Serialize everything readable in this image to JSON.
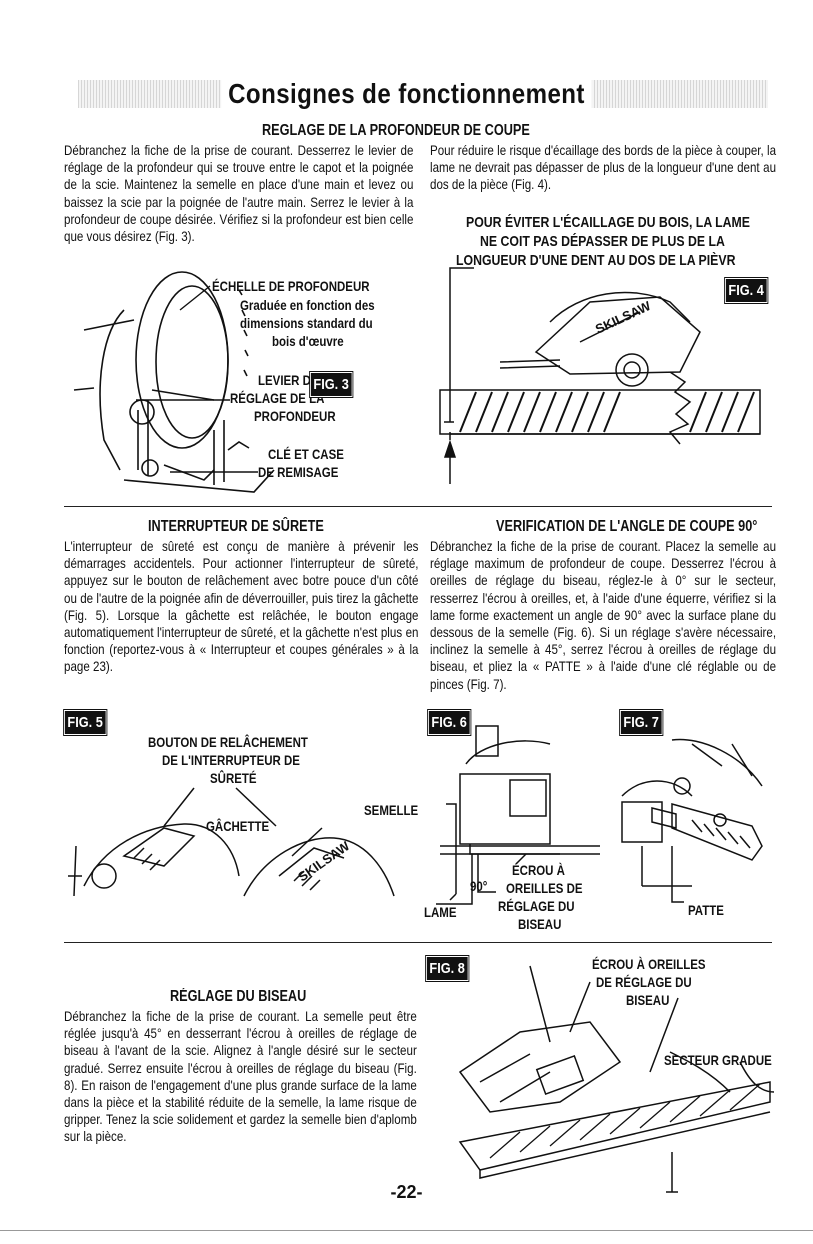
{
  "header": {
    "title": "Consignes de fonctionnement"
  },
  "depth": {
    "title": "REGLAGE DE LA PROFONDEUR DE COUPE",
    "left_text": "Débranchez la fiche de la prise de courant. Desserrez le levier de réglage de la profondeur qui se trouve entre le capot et la poignée de la scie. Maintenez la semelle en place d'une main et levez ou baissez la scie par la poignée de l'autre main. Serrez le levier à la profondeur de coupe désirée. Vérifiez si la profondeur est bien celle que vous désirez (Fig. 3).",
    "right_text": "Pour réduire le risque d'écaillage des bords de la pièce à couper, la lame ne devrait pas dépasser de plus de la longueur d'une dent au dos de la pièce (Fig. 4).",
    "warning": [
      "POUR ÉVITER L'ÉCAILLAGE DU BOIS, LA LAME",
      "NE COIT PAS DÉPASSER DE PLUS DE LA",
      "LONGUEUR D'UNE DENT AU DOS DE LA PIÈVR"
    ]
  },
  "fig3": {
    "label": "FIG. 3",
    "scale_title": "ÉCHELLE DE PROFONDEUR",
    "scale_sub": [
      "Graduée en fonction des",
      "dimensions standard du",
      "bois d'œuvre"
    ],
    "lever": [
      "LEVIER DE",
      "RÉGLAGE DE LA",
      "PROFONDEUR"
    ],
    "key": [
      "CLÉ ET CASE",
      "DE REMISAGE"
    ]
  },
  "fig4": {
    "label": "FIG. 4",
    "brand": "SKILSAW"
  },
  "trigger": {
    "title": "INTERRUPTEUR DE SÛRETE",
    "text": "L'interrupteur de sûreté est conçu de manière à prévenir les démarrages accidentels. Pour actionner l'interrupteur de sûreté, appuyez sur le bouton de relâchement avec botre pouce d'un côté ou de l'autre de la poignée afin de déverrouiller, puis tirez la gâchette (Fig. 5). Lorsque la gâchette est relâchée, le bouton engage automatiquement l'interrupteur de sûreté, et la gâchette n'est plus en fonction (reportez-vous à « Interrupteur et coupes générales » à la page 23)."
  },
  "angle": {
    "title": "VERIFICATION DE L'ANGLE DE COUPE 90°",
    "text": "Débranchez la fiche de la prise de courant. Placez la semelle au réglage maximum de profondeur de coupe. Desserrez l'écrou à oreilles de réglage du biseau, réglez-le à 0° sur le secteur, resserrez l'écrou à oreilles, et, à l'aide d'une équerre, vérifiez si la lame forme exactement un angle de 90° avec la surface plane du dessous de la semelle (Fig. 6). Si un réglage s'avère nécessaire, inclinez la semelle à 45°, serrez l'écrou à oreilles de réglage du biseau, et pliez la « PATTE » à l'aide d'une clé réglable ou de pinces (Fig. 7)."
  },
  "fig5": {
    "label": "FIG. 5",
    "release": [
      "BOUTON DE RELÂCHEMENT",
      "DE L'INTERRUPTEUR DE",
      "SÛRETÉ"
    ],
    "trigger_label": "GÂCHETTE",
    "brand": "SKILSAW"
  },
  "fig6": {
    "label": "FIG. 6",
    "shoe": "SEMELLE",
    "angle": "90°",
    "blade": "LAME",
    "nut": [
      "ÉCROU À",
      "OREILLES DE",
      "RÉGLAGE DU",
      "BISEAU"
    ]
  },
  "fig7": {
    "label": "FIG. 7",
    "tab": "PATTE"
  },
  "bevel": {
    "title": "RÉGLAGE DU BISEAU",
    "text": "Débranchez la fiche de la prise de courant. La semelle peut être réglée jusqu'à 45° en desserrant l'écrou à oreilles de réglage de biseau à l'avant de la scie. Alignez à l'angle désiré sur le secteur gradué. Serrez ensuite l'écrou à oreilles de réglage du biseau (Fig. 8). En raison de l'engagement d'une plus grande surface de la lame dans la pièce et la stabilité réduite de la semelle, la lame risque de gripper. Tenez la scie solidement et gardez la semelle bien d'aplomb sur la pièce."
  },
  "fig8": {
    "label": "FIG. 8",
    "nut": [
      "ÉCROU À OREILLES",
      "DE RÉGLAGE DU",
      "BISEAU"
    ],
    "quadrant": "SECTEUR GRADUE"
  },
  "footer": {
    "page_number": "-22-"
  }
}
